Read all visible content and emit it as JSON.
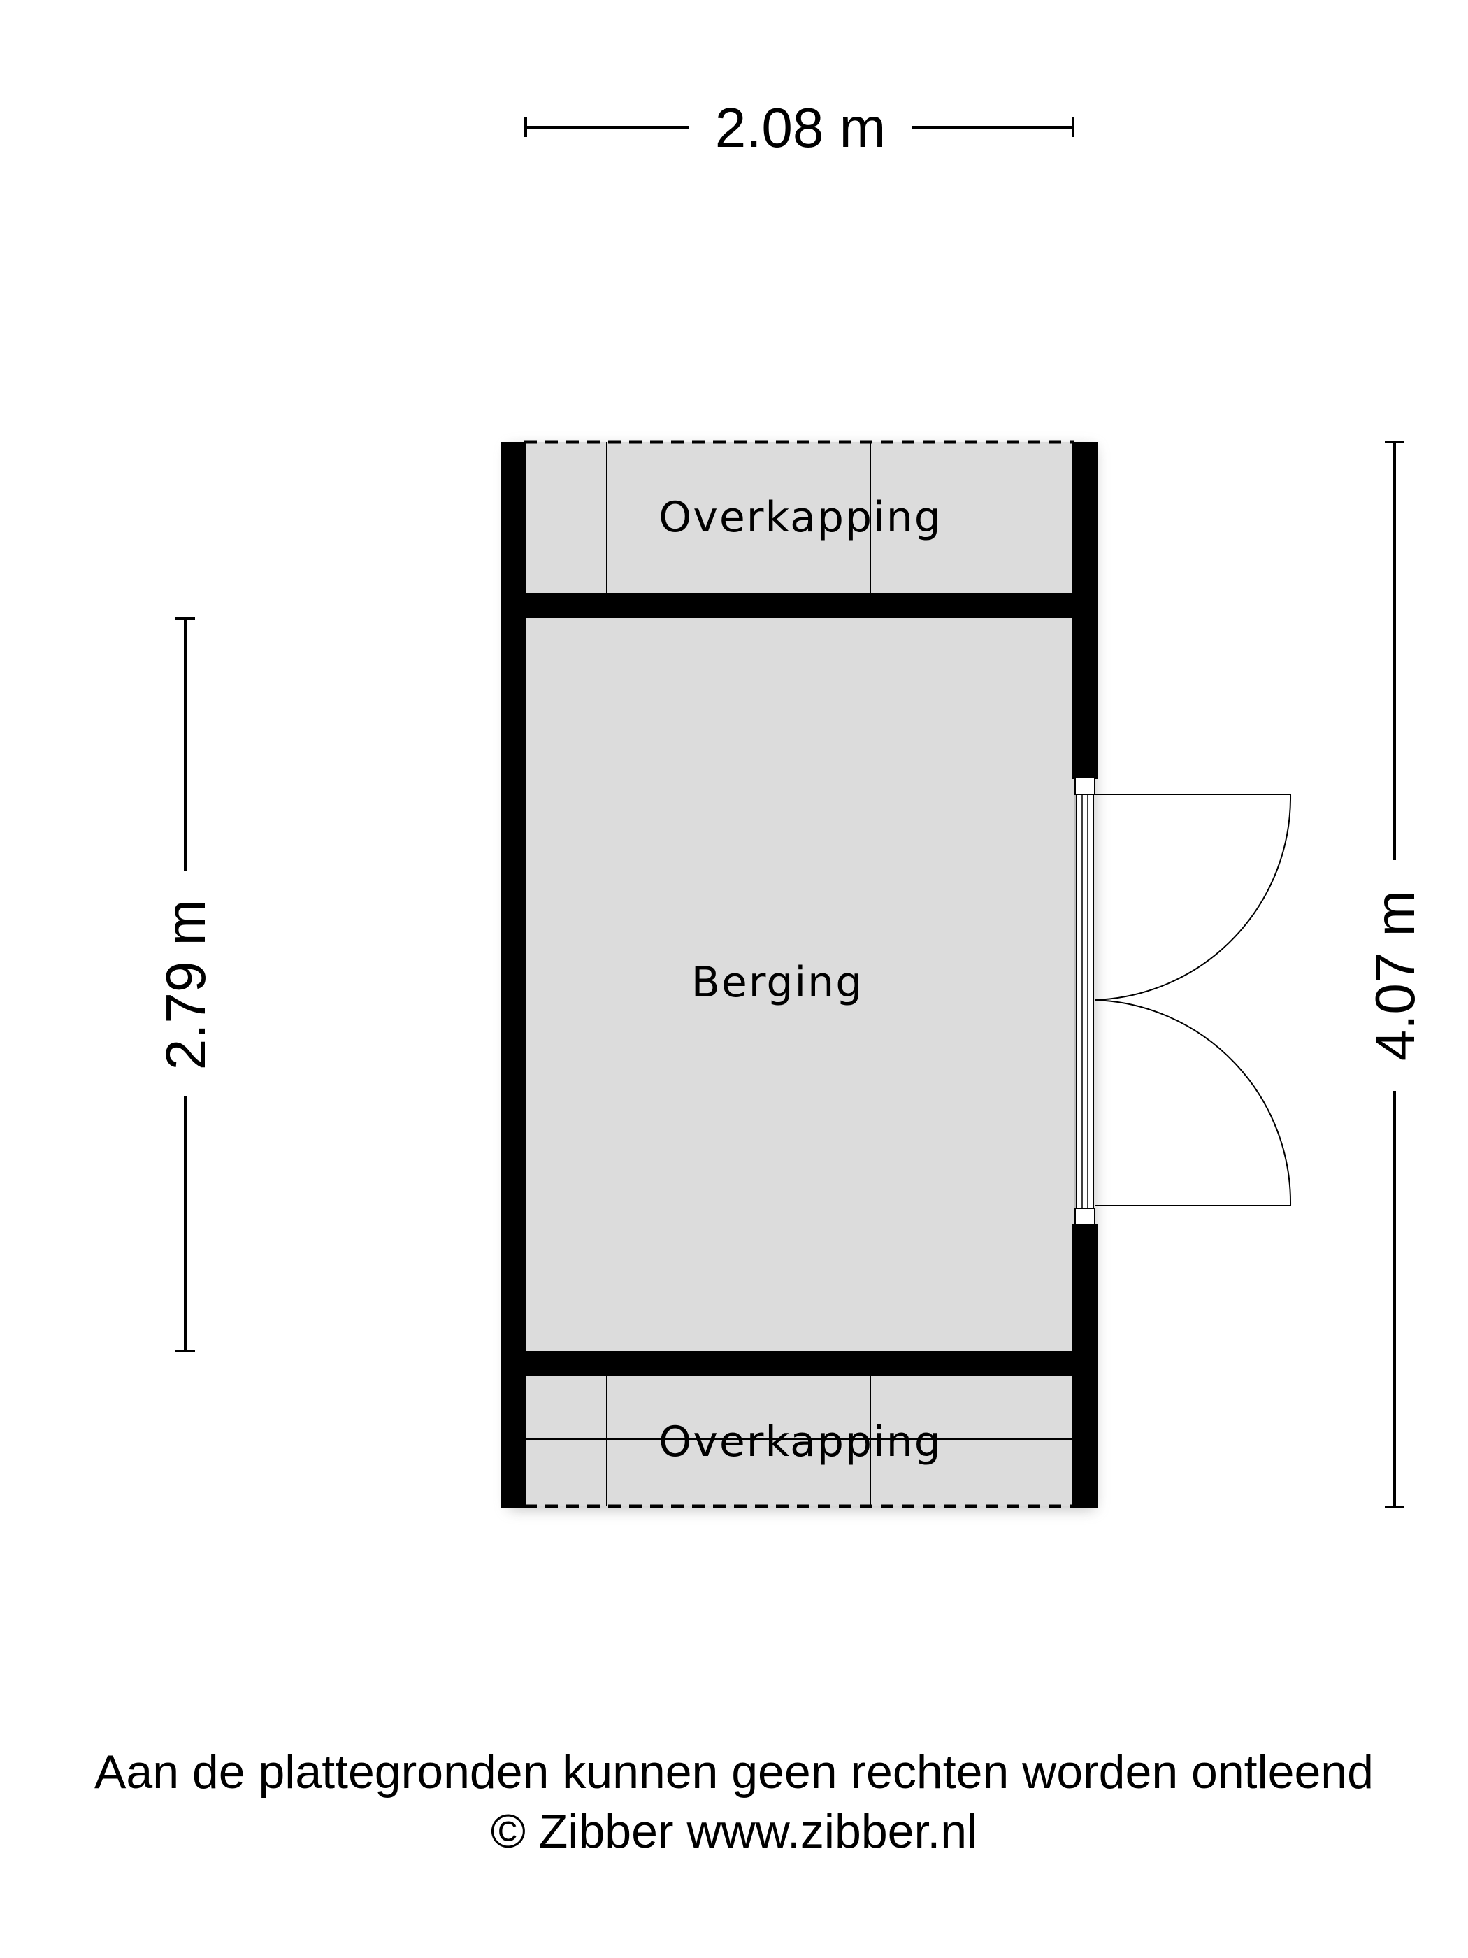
{
  "dimensions": {
    "top_width": "2.08 m",
    "left_height": "2.79 m",
    "right_height": "4.07 m"
  },
  "rooms": {
    "top_canopy": "Overkapping",
    "storage": "Berging",
    "bottom_canopy": "Overkapping"
  },
  "footer": {
    "disclaimer": "Aan de plattegronden kunnen geen rechten worden ontleend",
    "copyright": "© Zibber www.zibber.nl"
  },
  "colors": {
    "floor": "#dcdcdc",
    "wall": "#000000",
    "background": "#ffffff"
  }
}
